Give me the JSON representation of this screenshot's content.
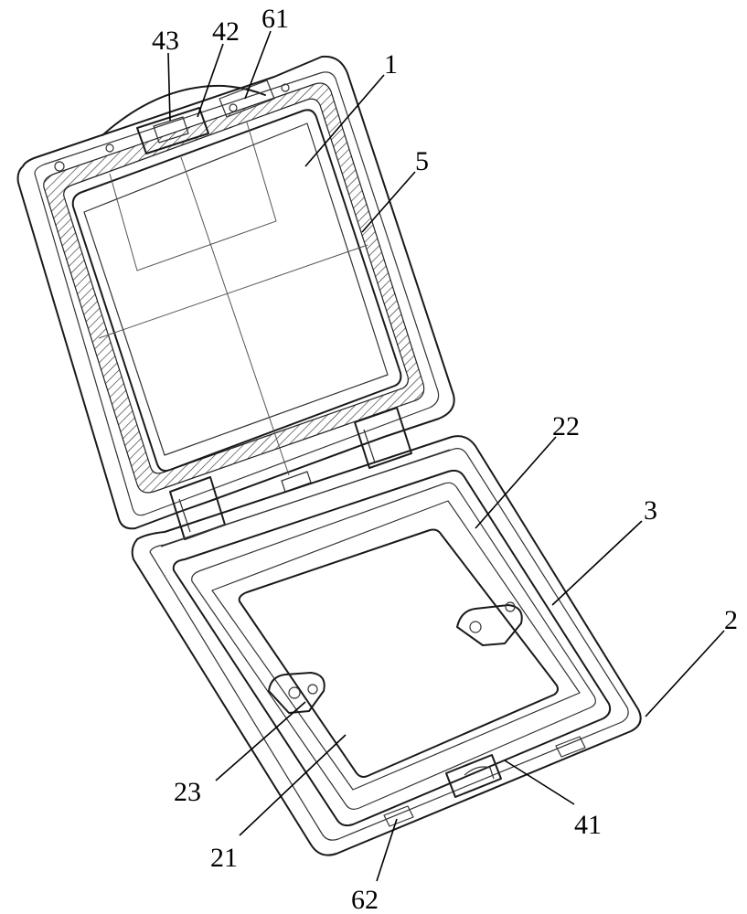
{
  "labels": {
    "l43": "43",
    "l42": "42",
    "l61": "61",
    "l1": "1",
    "l5": "5",
    "l22": "22",
    "l3": "3",
    "l2": "2",
    "l23": "23",
    "l21": "21",
    "l41": "41",
    "l62": "62"
  }
}
